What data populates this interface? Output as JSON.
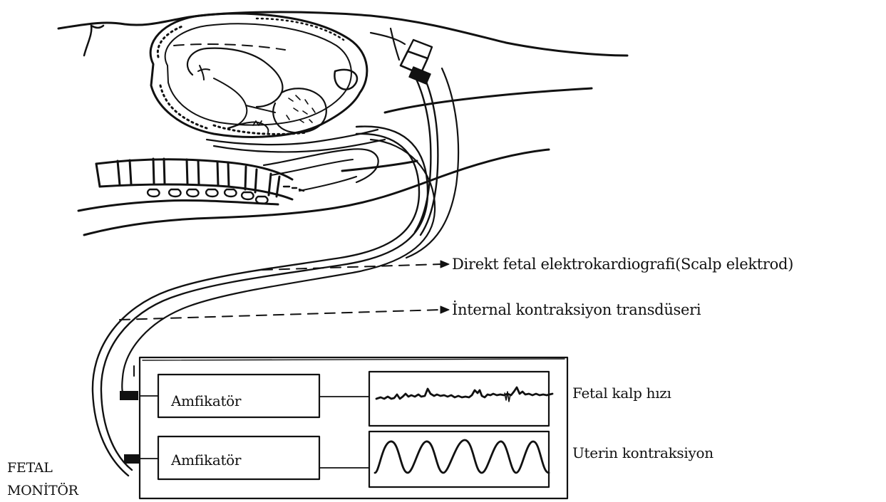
{
  "labels": {
    "scalp_electrode": "Direkt fetal elektrokardiografi(Scalp elektrod)",
    "internal_transducer": "İnternal kontraksiyon transdüseri",
    "fetal_heart_rate": "Fetal kalp hızı",
    "uterine_contraction": "Uterin kontraksiyon"
  },
  "monitor": {
    "title_line1": "FETAL",
    "title_line2": "MONİTÖR",
    "amplifier_1": "Amfikatör",
    "amplifier_2": "Amfikatör"
  },
  "colors": {
    "ink": "#111111",
    "background": "#ffffff"
  }
}
